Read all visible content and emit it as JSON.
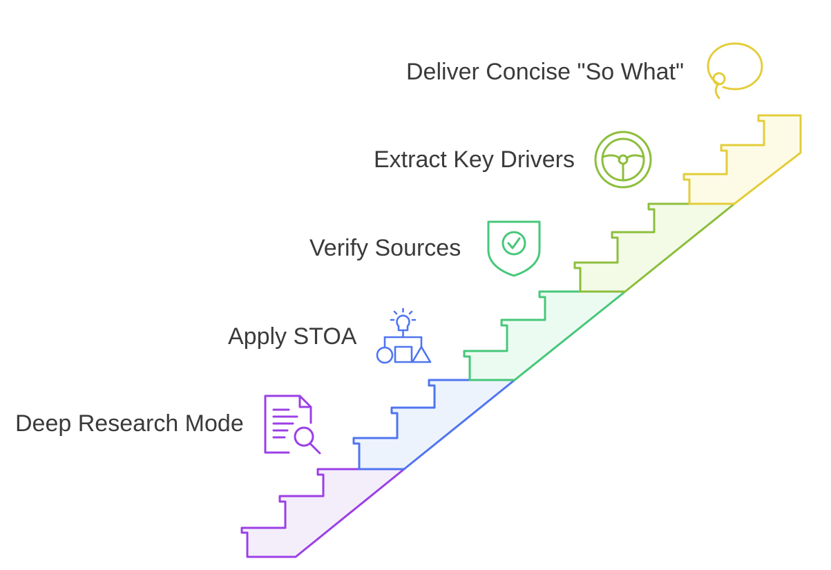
{
  "steps": [
    {
      "id": "deep-research",
      "label": "Deep Research Mode",
      "color": "#9b3fe6",
      "fill": "#f4eefb",
      "icon": "document-search-icon"
    },
    {
      "id": "apply-stoa",
      "label": "Apply STOA",
      "color": "#4f74f0",
      "fill": "#edf3fd",
      "icon": "idea-shapes-icon"
    },
    {
      "id": "verify-sources",
      "label": "Verify Sources",
      "color": "#46c77a",
      "fill": "#ecfbf1",
      "icon": "shield-check-icon"
    },
    {
      "id": "key-drivers",
      "label": "Extract Key Drivers",
      "color": "#8cbe3c",
      "fill": "#f3fbe7",
      "icon": "steering-wheel-icon"
    },
    {
      "id": "so-what",
      "label": "Deliver Concise \"So What\"",
      "color": "#e3cd3a",
      "fill": "#fdfbe6",
      "icon": "speech-bubble-icon"
    }
  ]
}
